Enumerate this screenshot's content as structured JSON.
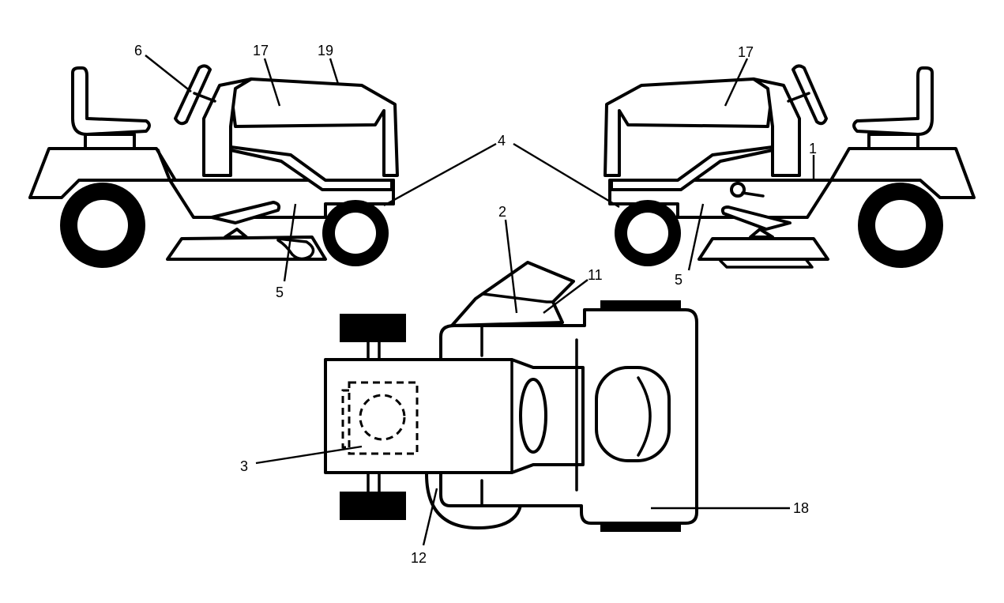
{
  "diagram": {
    "labels": {
      "l6": "6",
      "l17a": "17",
      "l19": "19",
      "l17b": "17",
      "l4": "4",
      "l1": "1",
      "l5a": "5",
      "l5b": "5",
      "l2": "2",
      "l11": "11",
      "l3": "3",
      "l12": "12",
      "l18": "18"
    }
  }
}
